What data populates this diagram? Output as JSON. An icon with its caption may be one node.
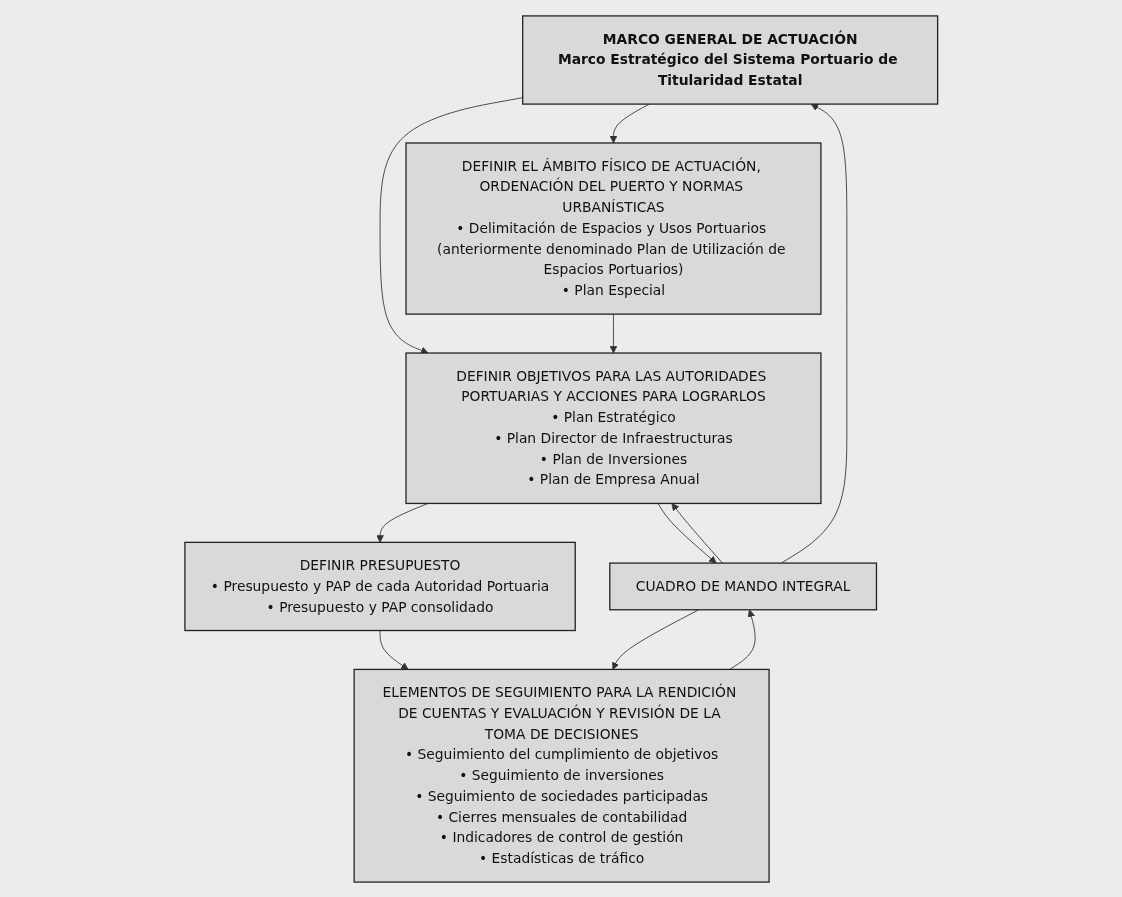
{
  "diagram": {
    "nodes": [
      {
        "text": [
          "MARCO GENERAL DE ACTUACIÓN",
          "Marco Estratégico del Sistema Portuario de Titularidad Estatal"
        ]
      },
      {
        "text": [
          "DEFINIR EL ÁMBITO FÍSICO DE ACTUACIÓN, ORDENACIÓN DEL PUERTO Y NORMAS URBANÍSTICAS",
          "• Delimitación de Espacios y Usos Portuarios (anteriormente denominado Plan de Utilización de Espacios Portuarios)",
          "• Plan Especial"
        ]
      },
      {
        "text": [
          "DEFINIR OBJETIVOS PARA LAS AUTORIDADES PORTUARIAS Y ACCIONES PARA LOGRARLOS",
          "• Plan Estratégico",
          "• Plan Director de Infraestructuras",
          "• Plan de Inversiones",
          "• Plan de Empresa Anual"
        ]
      },
      {
        "text": [
          "CUADRO DE MANDO INTEGRAL"
        ]
      },
      {
        "text": [
          "DEFINIR PRESUPUESTO",
          "• Presupuesto y PAP de cada Autoridad Portuaria",
          "• Presupuesto y PAP consolidado"
        ]
      },
      {
        "text": [
          "ELEMENTOS DE SEGUIMIENTO PARA LA RENDICIÓN DE CUENTAS Y EVALUACIÓN Y REVISIÓN DE LA TOMA DE DECISIONES",
          "• Seguimiento del cumplimiento de objetivos",
          "• Seguimiento de inversiones",
          "• Seguimiento de sociedades participadas",
          "• Cierres mensuales de contabilidad",
          "• Indicadores de control de gestión",
          "• Estadísticas de tráfico"
        ]
      }
    ],
    "edges": [
      {
        "from": 0,
        "to": 1,
        "arrow": "to"
      },
      {
        "from": 0,
        "to": 2,
        "arrow": "to"
      },
      {
        "from": 1,
        "to": 2,
        "arrow": "to"
      },
      {
        "from": 2,
        "to": 3,
        "arrow": "to"
      },
      {
        "from": 3,
        "to": 2,
        "arrow": "to"
      },
      {
        "from": 2,
        "to": 4,
        "arrow": "to"
      },
      {
        "from": 4,
        "to": 5,
        "arrow": "to"
      },
      {
        "from": 5,
        "to": 3,
        "arrow": "to"
      },
      {
        "from": 3,
        "to": 5,
        "arrow": "to"
      },
      {
        "from": 3,
        "to": 0,
        "arrow": "to"
      }
    ]
  }
}
